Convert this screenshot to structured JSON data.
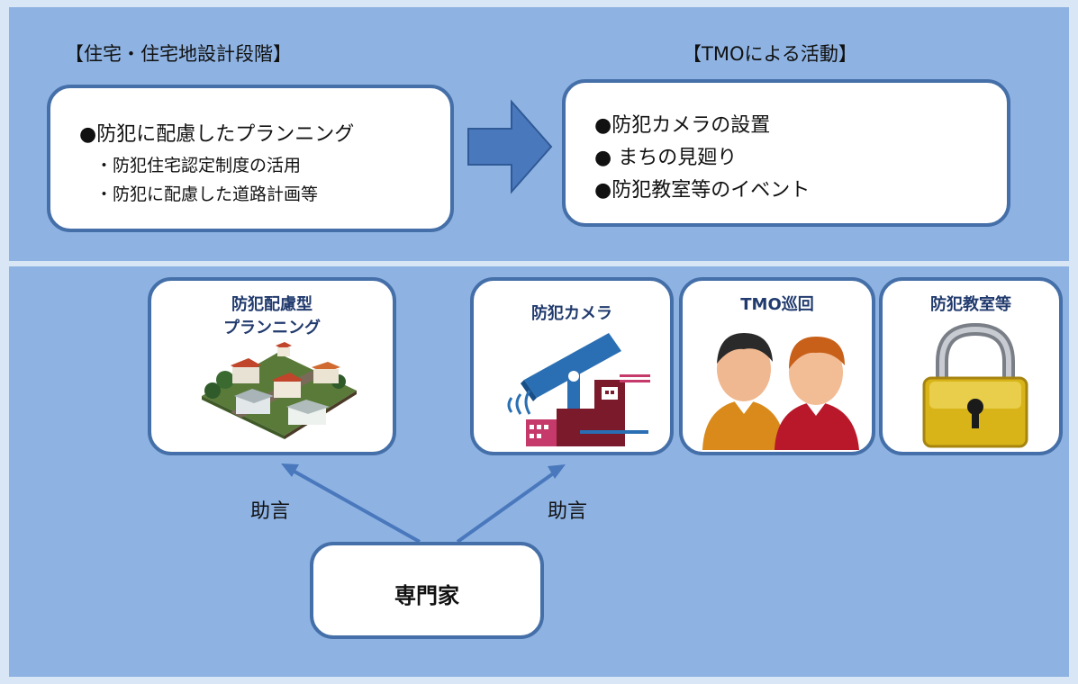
{
  "top_section": {
    "left_heading": "【住宅・住宅地設計段階】",
    "right_heading": "【TMOによる活動】",
    "left_box": {
      "main": "●防犯に配慮したプランニング",
      "sub1": "・防犯住宅認定制度の活用",
      "sub2": "・防犯に配慮した道路計画等"
    },
    "right_box": {
      "line1": "●防犯カメラの設置",
      "line2": "● まちの見廻り",
      "line3": "●防犯教室等のイベント"
    }
  },
  "cards": {
    "planning": {
      "title_line1": "防犯配慮型",
      "title_line2": "プランニング",
      "icon": "neighborhood-illustration"
    },
    "camera": {
      "title": "防犯カメラ",
      "icon": "security-camera-icon"
    },
    "patrol": {
      "title": "TMO巡回",
      "icon": "people-icon"
    },
    "classroom": {
      "title": "防犯教室等",
      "icon": "padlock-icon"
    }
  },
  "advice_left": "助言",
  "advice_right": "助言",
  "expert": "専門家",
  "colors": {
    "panel": "#8eb3e3",
    "border": "#456fa8",
    "arrow": "#4a78bd",
    "title_text": "#223b6e"
  }
}
